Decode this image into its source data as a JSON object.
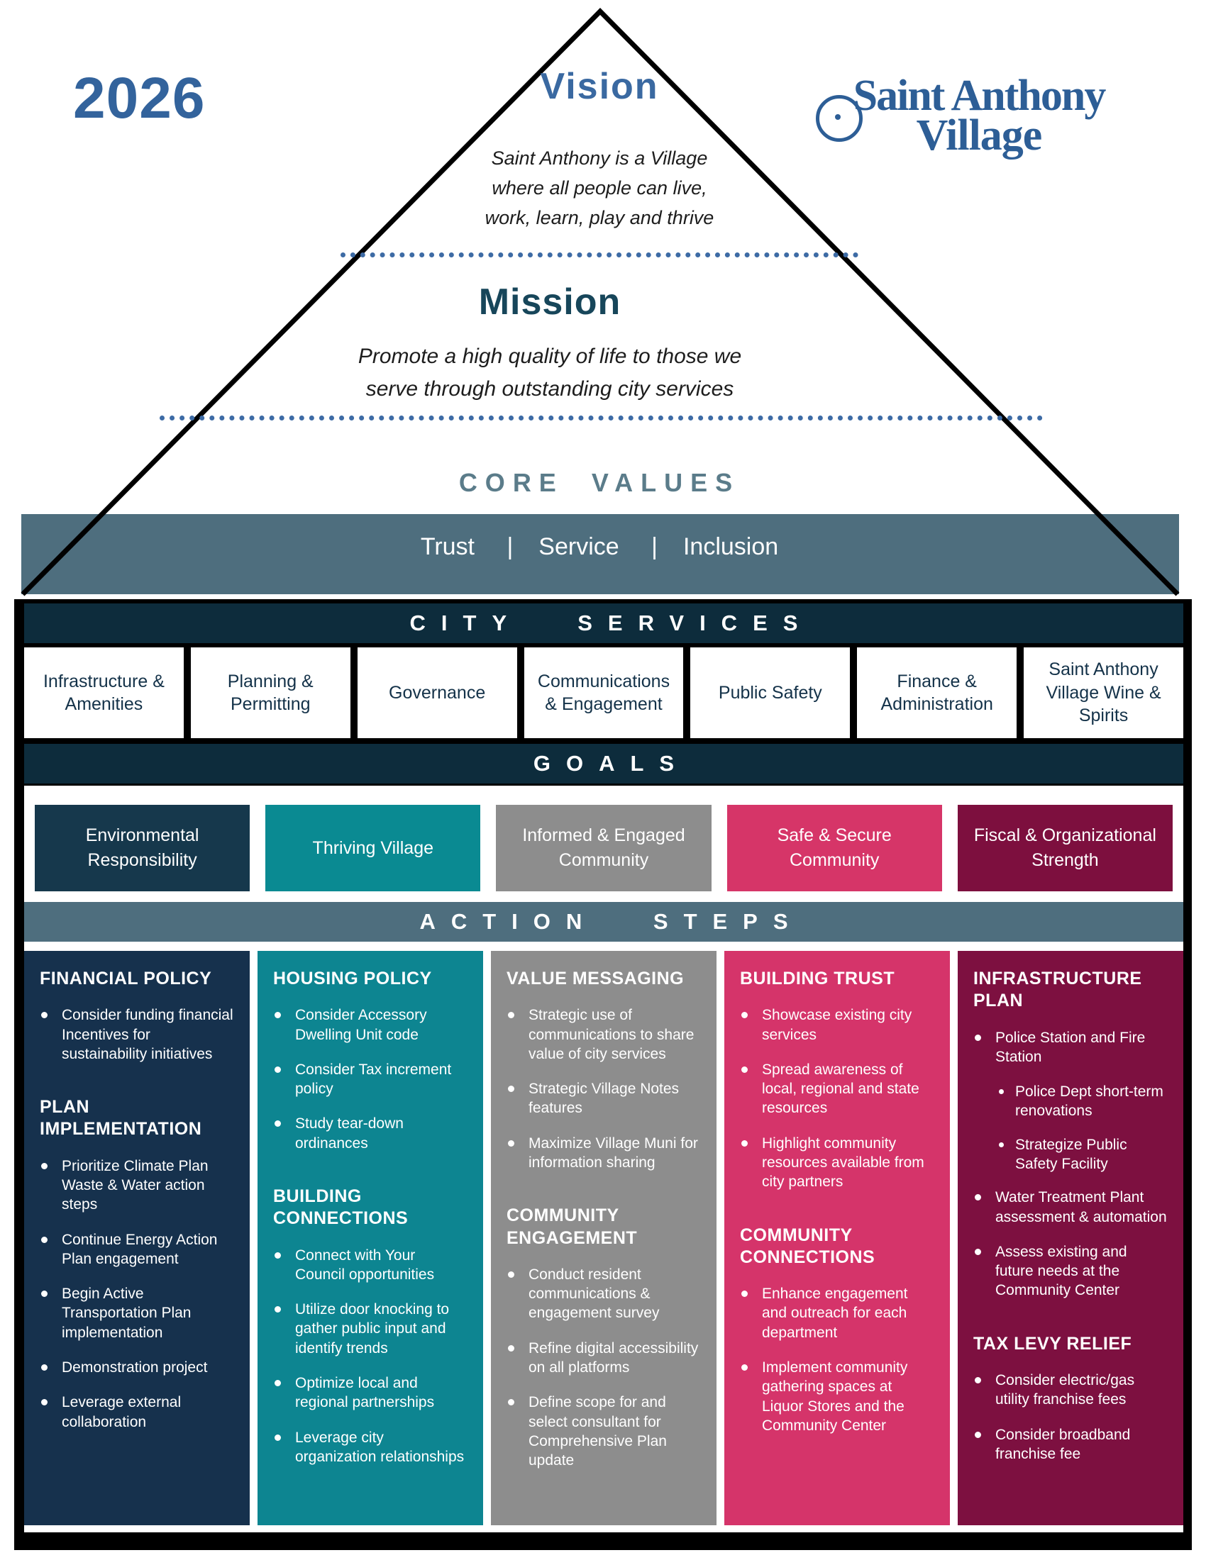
{
  "year": "2026",
  "logo": {
    "line1": "Saint Anthony",
    "line2": "Village"
  },
  "vision": {
    "title": "Vision",
    "lines": [
      "Saint Anthony is a Village",
      "where all people can live,",
      "work, learn, play and thrive"
    ]
  },
  "mission": {
    "title": "Mission",
    "lines": [
      "Promote a high quality of life to those we",
      "serve through outstanding city services"
    ]
  },
  "core_values": {
    "title": "CORE VALUES",
    "values": [
      "Trust",
      "Service",
      "Inclusion"
    ]
  },
  "city_services": {
    "title": "CITY SERVICES",
    "items": [
      "Infrastructure & Amenities",
      "Planning & Permitting",
      "Governance",
      "Communications & Engagement",
      "Public Safety",
      "Finance & Administration",
      "Saint Anthony Village Wine & Spirits"
    ]
  },
  "goals": {
    "title": "GOALS",
    "items": [
      {
        "label": "Environmental Responsibility",
        "color": "#16384c"
      },
      {
        "label": "Thriving Village",
        "color": "#0a8a92"
      },
      {
        "label": "Informed & Engaged Community",
        "color": "#8d8d8d"
      },
      {
        "label": "Safe & Secure Community",
        "color": "#d63568"
      },
      {
        "label": "Fiscal & Organizational Strength",
        "color": "#7d0f3e"
      }
    ]
  },
  "action_steps": {
    "title": "ACTION STEPS",
    "columns": [
      {
        "color": "#16314d",
        "sections": [
          {
            "heading": "FINANCIAL POLICY",
            "bullets": [
              {
                "text": "Consider funding financial Incentives for sustainability initiatives"
              }
            ]
          },
          {
            "heading": "PLAN IMPLEMENTATION",
            "bullets": [
              {
                "text": "Prioritize Climate Plan Waste & Water action steps"
              },
              {
                "text": "Continue Energy Action Plan engagement"
              },
              {
                "text": "Begin Active Transportation Plan implementation"
              },
              {
                "text": "Demonstration project"
              },
              {
                "text": "Leverage external collaboration"
              }
            ]
          }
        ]
      },
      {
        "color": "#0d8591",
        "sections": [
          {
            "heading": "HOUSING POLICY",
            "bullets": [
              {
                "text": "Consider Accessory Dwelling Unit code"
              },
              {
                "text": "Consider Tax increment policy"
              },
              {
                "text": "Study tear-down ordinances"
              }
            ]
          },
          {
            "heading": "BUILDING CONNECTIONS",
            "bullets": [
              {
                "text": "Connect with Your Council opportunities"
              },
              {
                "text": "Utilize door knocking to gather public input and identify trends"
              },
              {
                "text": "Optimize local and regional partnerships"
              },
              {
                "text": "Leverage city organization relationships"
              }
            ]
          }
        ]
      },
      {
        "color": "#8d8d8d",
        "sections": [
          {
            "heading": "VALUE MESSAGING",
            "bullets": [
              {
                "text": "Strategic use of communications to share value of city services"
              },
              {
                "text": "Strategic Village Notes features"
              },
              {
                "text": "Maximize Village Muni for information sharing"
              }
            ]
          },
          {
            "heading": "COMMUNITY ENGAGEMENT",
            "bullets": [
              {
                "text": "Conduct resident communications & engagement survey"
              },
              {
                "text": "Refine digital accessibility on all platforms"
              },
              {
                "text": "Define scope for and select consultant for Comprehensive Plan update"
              }
            ]
          }
        ]
      },
      {
        "color": "#d5346a",
        "sections": [
          {
            "heading": "BUILDING TRUST",
            "bullets": [
              {
                "text": "Showcase existing city services"
              },
              {
                "text": "Spread awareness of local, regional and state resources"
              },
              {
                "text": "Highlight community resources available from city partners"
              }
            ]
          },
          {
            "heading": "COMMUNITY CONNECTIONS",
            "bullets": [
              {
                "text": "Enhance engagement and outreach for each department"
              },
              {
                "text": "Implement community gathering spaces at Liquor Stores and the Community Center"
              }
            ]
          }
        ]
      },
      {
        "color": "#7d1040",
        "sections": [
          {
            "heading": "INFRASTRUCTURE PLAN",
            "bullets": [
              {
                "text": "Police Station and Fire Station",
                "sub": [
                  "Police Dept short-term renovations",
                  "Strategize Public Safety Facility"
                ]
              },
              {
                "text": "Water Treatment Plant assessment & automation"
              },
              {
                "text": "Assess existing and future needs at the Community Center"
              }
            ]
          },
          {
            "heading": "TAX LEVY RELIEF",
            "bullets": [
              {
                "text": "Consider electric/gas utility franchise fees"
              },
              {
                "text": "Consider broadband franchise fee"
              }
            ]
          }
        ]
      }
    ]
  },
  "colors": {
    "accent_blue": "#33639c",
    "mission_teal": "#17465a",
    "slate_band": "#4e6e7e",
    "bar_navy": "#0d2c3c",
    "dot_blue": "#3d6ba5",
    "logo_blue": "#2d5e96",
    "service_text": "#143249"
  }
}
